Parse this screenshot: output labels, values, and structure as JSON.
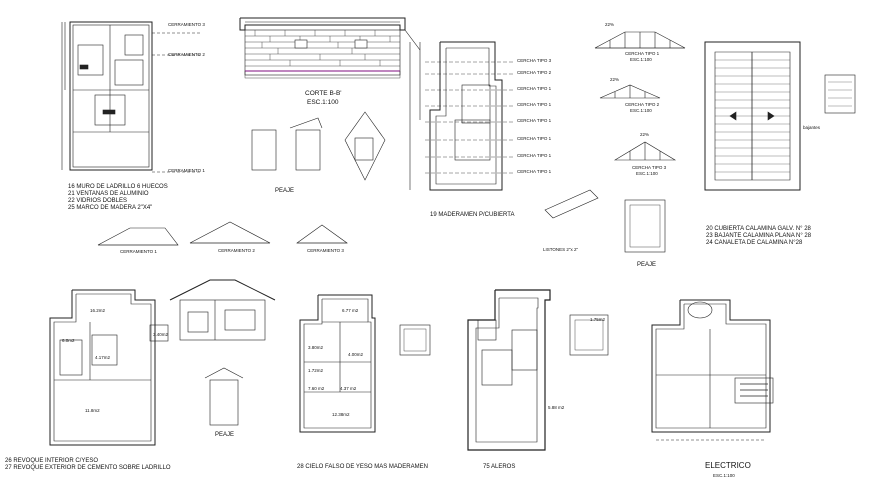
{
  "drawing": {
    "roof_labels": {
      "cerramiento_3": "CERRAMIENTO 3",
      "cerramiento_2": "CERRAMIENTO 2",
      "cerramiento_1": "CERRAMIENTO 1"
    },
    "section": {
      "title": "CORTE B-B'",
      "scale": "ESC.1:100"
    },
    "truss_plan_labels": [
      "CERCHA TIPO 3",
      "CERCHA TIPO 2",
      "CERCHA TIPO 1",
      "CERCHA TIPO 1",
      "CERCHA TIPO 1",
      "CERCHA TIPO 1",
      "CERCHA TIPO 1",
      "CERCHA TIPO 1"
    ],
    "truss_types": [
      {
        "title": "CERCHA TIPO 1",
        "scale": "ESC.1:100",
        "pct": "22%"
      },
      {
        "title": "CERCHA TIPO 2",
        "scale": "ESC.1:100",
        "pct": "22%"
      },
      {
        "title": "CERCHA TIPO 3",
        "scale": "ESC.1:100",
        "pct": "22%"
      }
    ],
    "legend_left": [
      "16   MURO DE LADRILLO 6 HUECOS",
      "21   VENTANAS DE ALUMINIO",
      "22   VIDRIOS DOBLES",
      "25   MARCO DE MADERA 2\"X4\""
    ],
    "peaje_label": "PEAJE",
    "peaje_label_2": "PEAJE",
    "peaje_label_3": "PEAJE",
    "maderamen_label": "19   MADERAMEN P/CUBIERTA",
    "listones_label": "LISTONES 2\"x 2\"",
    "legend_right": [
      "20   CUBIERTA CALAMINA GALV. N° 28",
      "23   BAJANTE CALAMINA PLANA N° 28",
      "24   CANALETA DE CALAMINA N°28"
    ],
    "bajantes_label": "bajantes",
    "cerramiento_small": [
      "CERRAMIENTO 1",
      "CERRAMIENTO 2",
      "CERRAMIENTO 3"
    ],
    "legend_bottom_left": [
      "26   REVOQUE INTERIOR C/YESO",
      "27   REVOQUE EXTERIOR DE CEMENTO SOBRE LADRILLO"
    ],
    "cielo_label": "28   CIELO FALSO DE YESO MAS MADERAMEN",
    "aleros_label": "75   ALEROS",
    "electrico_title": "ELECTRICO",
    "electrico_scale": "ESC.1:100",
    "area_labels": {
      "a1": "16.2m2",
      "a2": "6.0m2",
      "a3": "4.17m2",
      "a4": "11.8m2",
      "b1": "6.77 m2",
      "b2": "3.80m2",
      "b3": "4.00m2",
      "b4": "1.72m2",
      "b5": "4.37 m2",
      "b6": "12.38m2",
      "small1": "3.40m2",
      "small2": "7.60 m2",
      "small3": "1.75m2",
      "aleros_area": "5.88 m2"
    }
  }
}
